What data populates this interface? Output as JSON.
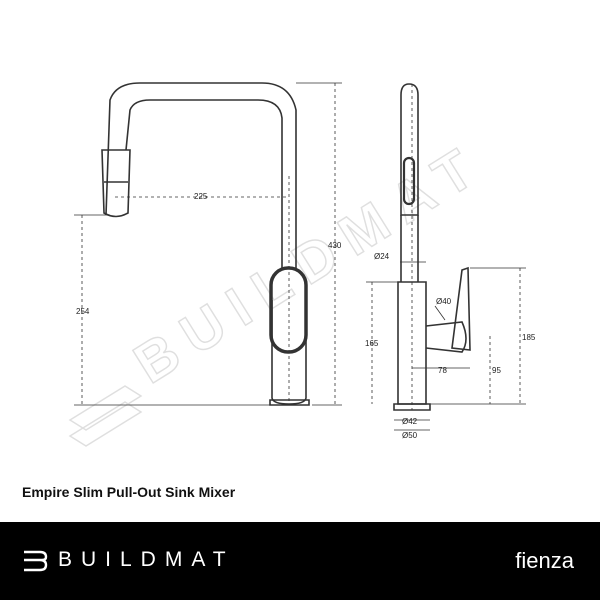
{
  "product": {
    "title": "Empire Slim Pull-Out Sink Mixer"
  },
  "dimensions": {
    "reach": "225",
    "total_height": "430",
    "spout_height": "254",
    "hose_diameter": "Ø24",
    "handle_diameter": "Ø40",
    "body_height": "165",
    "handle_height": "185",
    "handle_depth": "78",
    "handle_offset": "95",
    "base_inner_diameter": "Ø42",
    "base_outer_diameter": "Ø50"
  },
  "watermark": {
    "text": "BUILDMAT"
  },
  "footer": {
    "brand": "BUILDMAT",
    "partner": "fienza",
    "background": "#000000",
    "text_color": "#ffffff"
  },
  "icons": {
    "brand_logo": "buildmat-logo-icon"
  }
}
